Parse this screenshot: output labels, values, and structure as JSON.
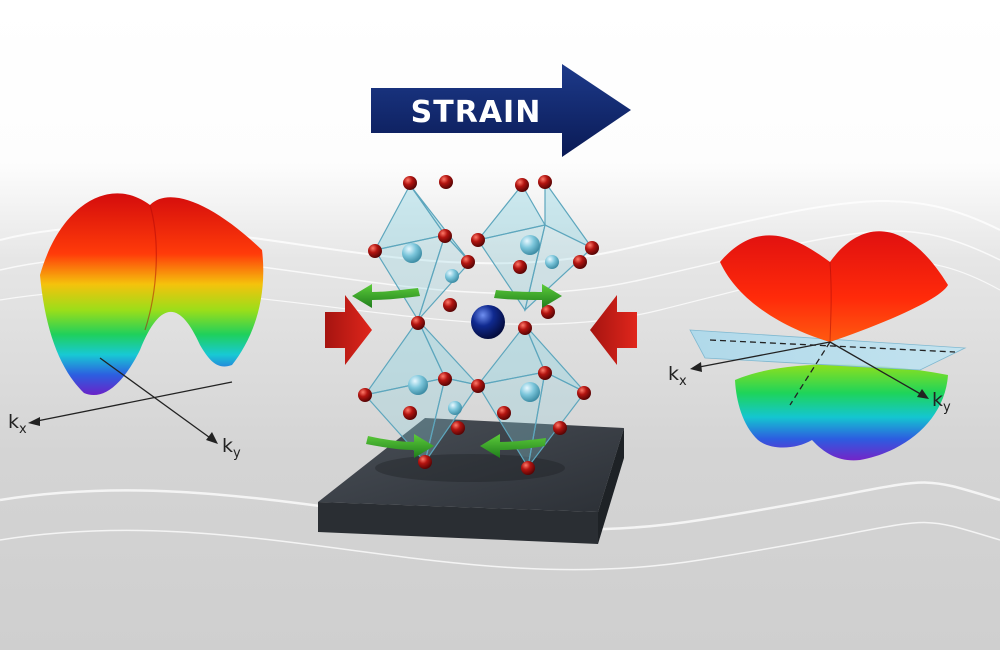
{
  "banner": {
    "label": "STRAIN"
  },
  "left_band": {
    "kx": {
      "main": "k",
      "sub": "x"
    },
    "ky": {
      "main": "k",
      "sub": "y"
    }
  },
  "right_band": {
    "kx": {
      "main": "k",
      "sub": "x"
    },
    "ky": {
      "main": "k",
      "sub": "y"
    }
  },
  "colors": {
    "arrow_navy": "#0f2466",
    "compress_red": "#cc1a14",
    "rotation_green": "#2e9a2a",
    "oxygen_red": "#b0120e",
    "cation_blue": "#0c1f7a",
    "octahedron_cyan": "#8ed3e2",
    "substrate": "#3a3f45"
  }
}
